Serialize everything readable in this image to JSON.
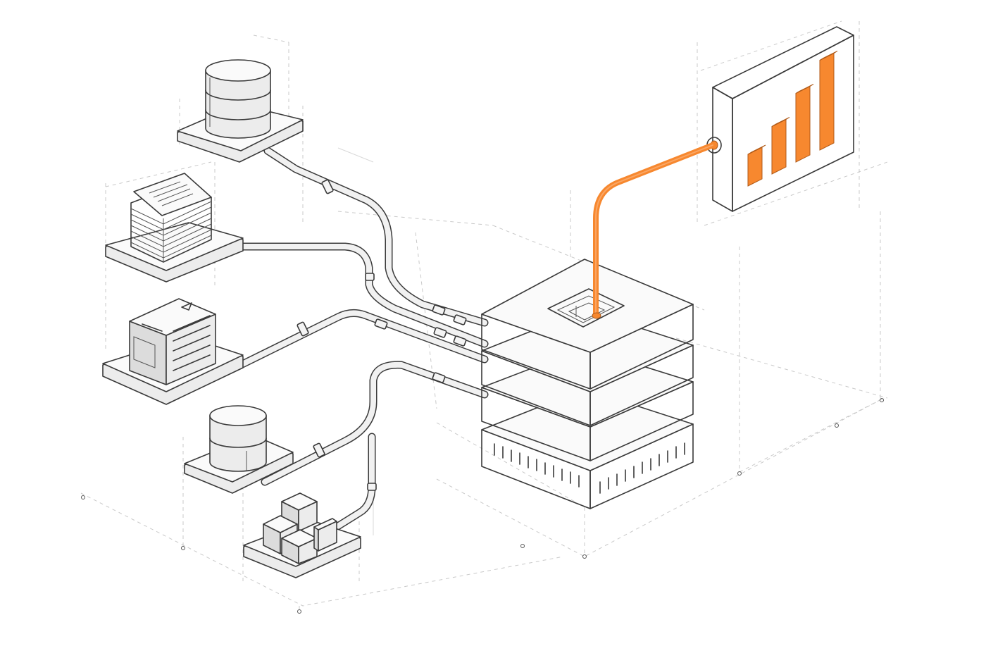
{
  "diagram": {
    "sources": [
      {
        "name": "database-top",
        "icon": "database-icon"
      },
      {
        "name": "document-stack",
        "icon": "document-stack-icon"
      },
      {
        "name": "server-cabinet",
        "icon": "server-icon"
      },
      {
        "name": "database-bottom",
        "icon": "database-icon"
      },
      {
        "name": "block-cluster",
        "icon": "cubes-icon"
      }
    ],
    "hub": {
      "icon": "stacked-server-icon",
      "layers": 4
    },
    "output": {
      "icon": "bar-chart-monitor-icon",
      "bar_levels": [
        0.3,
        0.45,
        0.65,
        0.85
      ]
    },
    "colors": {
      "accent": "#F7882F",
      "ink": "#3a3a3a",
      "guide": "#c9c9c9",
      "background": "#ffffff"
    }
  }
}
